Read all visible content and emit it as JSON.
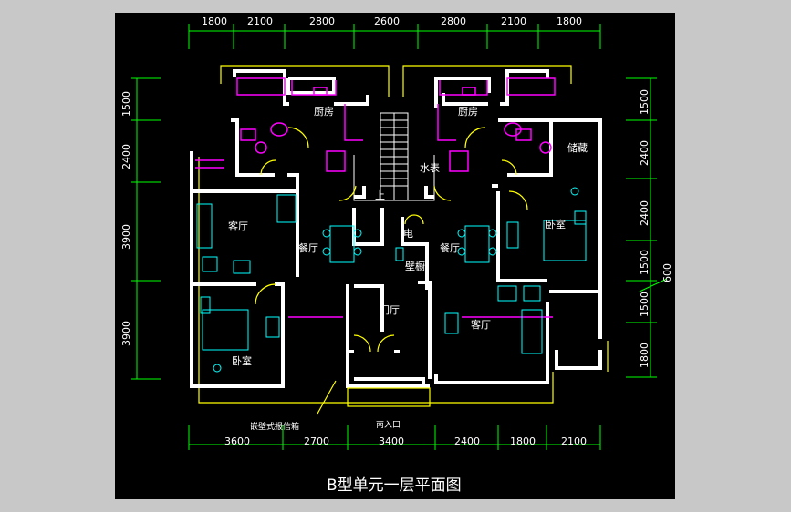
{
  "title": "B型单元一层平面图",
  "dims": {
    "top": [
      "1800",
      "2100",
      "2800",
      "2600",
      "2800",
      "2100",
      "1800"
    ],
    "bottom": [
      "3600",
      "2700",
      "3400",
      "2400",
      "1800",
      "2100"
    ],
    "left": [
      "1500",
      "2400",
      "3900",
      "3900"
    ],
    "right": [
      "1500",
      "2400",
      "2400",
      "1500",
      "1500",
      "1800"
    ],
    "right_extra": "600"
  },
  "rooms": {
    "kitchen_left": "厨房",
    "kitchen_right": "厨房",
    "storage": "储藏",
    "water_meter": "水表",
    "electric": "电",
    "living_left": "客厅",
    "dining_left": "餐厅",
    "dining_right": "餐厅",
    "bedroom_right": "卧室",
    "wall_cabinet": "壁橱",
    "foyer": "门厅",
    "living_right": "客厅",
    "bedroom_left": "卧室",
    "up_mark": "上"
  },
  "notes": {
    "mailbox": "嵌壁式报信箱",
    "south_entrance": "南入口"
  },
  "colors": {
    "background": "#000000",
    "frame": "#c8c8c8",
    "walls": "#ffffff",
    "dimensions": "#00ff00",
    "doors": "#ffff00",
    "fixtures": "#ff00ff",
    "furniture": "#00ffff"
  }
}
